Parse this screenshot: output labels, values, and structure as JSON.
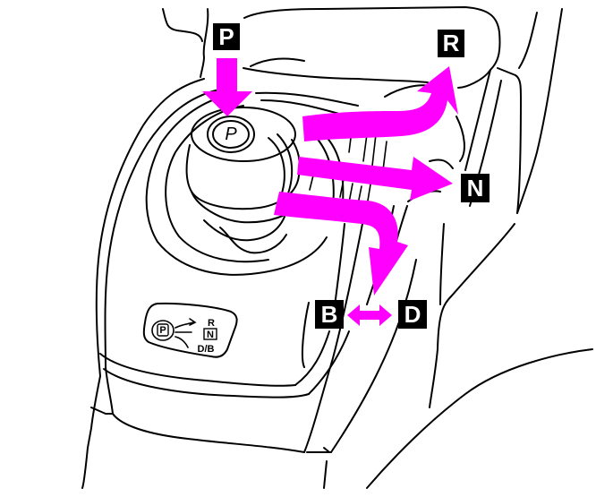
{
  "figure": {
    "subject": "Shift lever operation diagram",
    "arrow_color": "#ff00ff",
    "label_box_color": "#000000",
    "label_text_color": "#ffffff"
  },
  "positions": {
    "p": "P",
    "r": "R",
    "n": "N",
    "d": "D",
    "b": "B"
  },
  "knob": {
    "button_label": "P"
  },
  "indicator_panel": {
    "park_label": "P",
    "r_label": "R",
    "n_label": "N",
    "db_label": "D/B"
  },
  "arrows": [
    {
      "name": "to-park",
      "direction": "down",
      "target": "P"
    },
    {
      "name": "to-reverse",
      "direction": "right-then-up",
      "target": "R"
    },
    {
      "name": "to-neutral",
      "direction": "right",
      "target": "N"
    },
    {
      "name": "to-drive",
      "direction": "right-then-down",
      "target": "D/B"
    },
    {
      "name": "drive-brake-toggle",
      "direction": "bidirectional",
      "target": "B/D"
    }
  ]
}
